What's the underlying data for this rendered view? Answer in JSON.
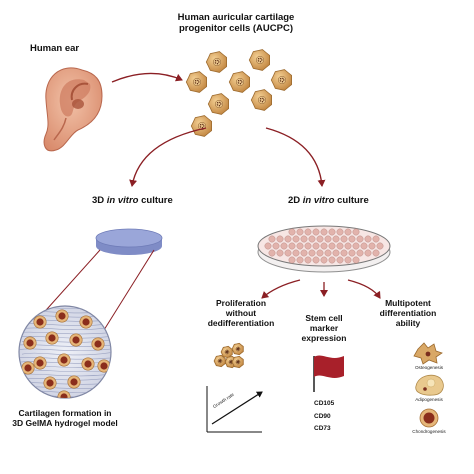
{
  "labels": {
    "human_ear": "Human ear",
    "aucpc_line1": "Human auricular cartilage",
    "aucpc_line2": "progenitor cells (AUCPC)",
    "culture_3d_prefix": "3D ",
    "culture_3d_italic": "in vitro",
    "culture_3d_suffix": " culture",
    "culture_2d_prefix": "2D ",
    "culture_2d_italic": "in vitro",
    "culture_2d_suffix": " culture",
    "proliferation": [
      "Proliferation",
      "without",
      "dedifferentiation"
    ],
    "stem_cell": [
      "Stem cell",
      "marker",
      "expression"
    ],
    "multipotent": [
      "Multipotent",
      "differentiation",
      "ability"
    ],
    "cartilage": [
      "Cartilagen formation in",
      "3D GelMA hydrogel model"
    ],
    "growth_rate": "Growth rate",
    "markers": [
      "CD105",
      "CD90",
      "CD73"
    ],
    "lineages": [
      "Osteogenesis",
      "Adipogenesis",
      "Chondrogenesis"
    ]
  },
  "colors": {
    "arrow": "#8b1f24",
    "cell_fill": "#d9a866",
    "cell_edge": "#9c6a2e",
    "ear_skin": "#e7a98b",
    "ear_shadow": "#c97c60",
    "disc_blue": "#9aa6d9",
    "dish_pink": "#e9c1bd",
    "flag_red": "#a8202a",
    "nucleus": "#7a2e1e"
  }
}
